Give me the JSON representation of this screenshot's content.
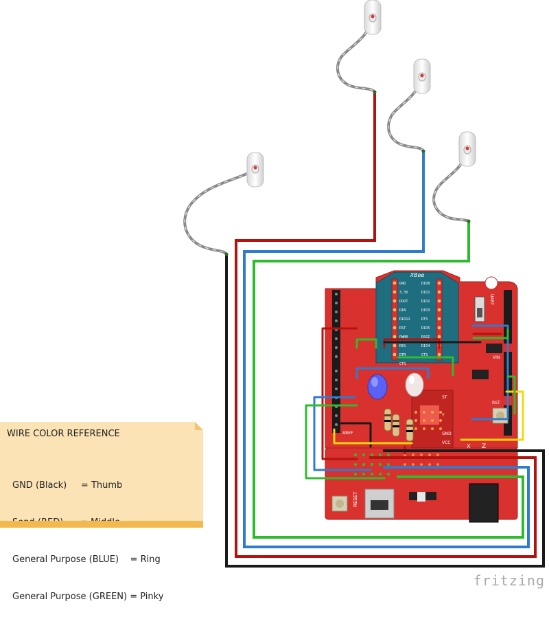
{
  "note": {
    "title": "WIRE COLOR REFERENCE",
    "lines": [
      "GND (Black)     = Thumb",
      "Send (RED)      = Middle",
      "General Purpose (BLUE)    = Ring",
      "General Purpose (GREEN) = Pinky"
    ]
  },
  "board": {
    "xbee_label": "XBee",
    "uart_label": "UART",
    "reset_label": "RESET",
    "aref_label": "AREF",
    "vcc_label": "VCC",
    "gnd_label": "GND",
    "rst_label": "RST",
    "vin_label": "VIN",
    "xbee_left_pins": [
      "GND",
      "3.3V",
      "DOUT",
      "DIN",
      "DIO12",
      "RST",
      "PWM0",
      "RES",
      "DTR",
      "CTS"
    ],
    "xbee_right_pins": [
      "DIO0",
      "DIO1",
      "DIO2",
      "DIO3",
      "RTS",
      "DIO5",
      "RSSI",
      "DIO4",
      "CTS",
      ""
    ],
    "x_label": "X",
    "y_label": "Y",
    "z_label": "Z",
    "st_label": "ST"
  },
  "wires": {
    "black": "#1a1a1a",
    "red": "#b3130f",
    "blue": "#2f7bd0",
    "green": "#2ebc2e",
    "yellow": "#f4d90a"
  },
  "colors": {
    "board_red": "#d9312d",
    "board_dark": "#a8231e",
    "xbee_teal": "#1f6e80",
    "note_bg": "#fbe3b5"
  },
  "brand": "fritzing"
}
